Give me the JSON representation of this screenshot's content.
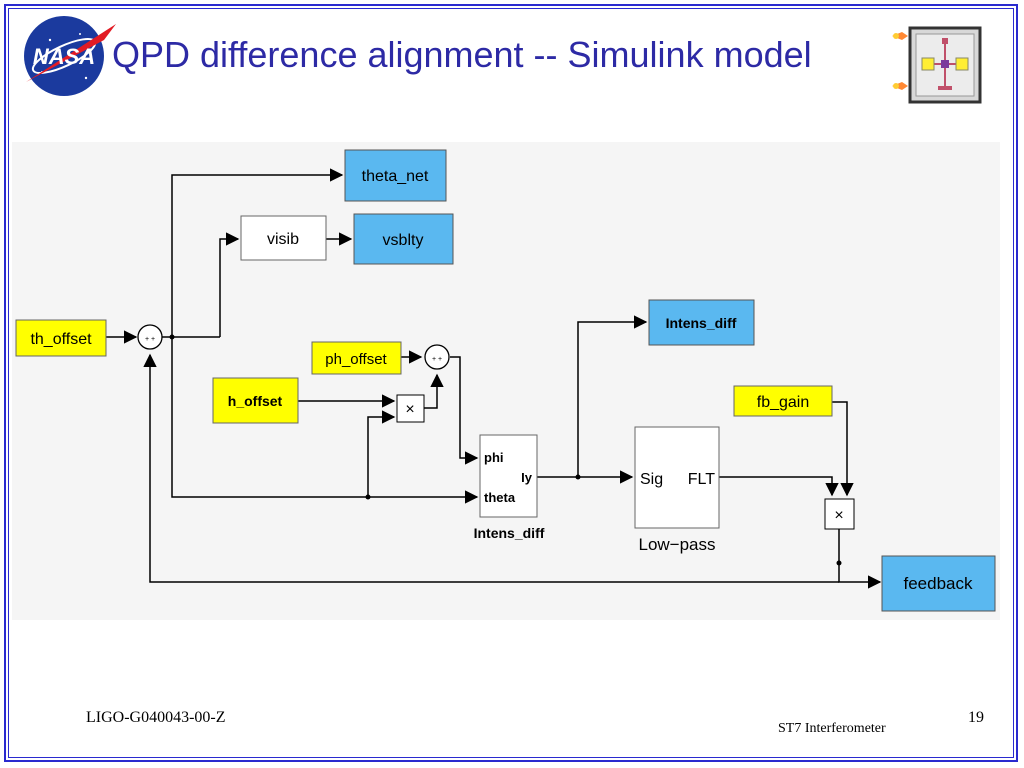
{
  "slide": {
    "title": "QPD difference alignment -- Simulink model",
    "footer_left": "LIGO-G040043-00-Z",
    "footer_center": "ST7  Interferometer",
    "page_number": "19"
  },
  "logo": {
    "text": "NASA"
  },
  "colors": {
    "border": "#2a2acf",
    "title": "#2d2aa5",
    "input_block": "#ffff00",
    "output_block": "#5ab8f0",
    "diagram_bg": "#f5f5f5"
  },
  "diagram": {
    "inputs": {
      "th_offset": "th_offset",
      "ph_offset": "ph_offset",
      "h_offset": "h_offset",
      "fb_gain": "fb_gain"
    },
    "outputs": {
      "theta_net": "theta_net",
      "vsblty": "vsblty",
      "intens_diff_out": "Intens_diff",
      "feedback": "feedback"
    },
    "blocks": {
      "visib": "visib",
      "intens_port_phi": "phi",
      "intens_port_theta": "theta",
      "intens_port_iy": "Iy",
      "intens_label": "Intens_diff",
      "lowpass_port_sig": "Sig",
      "lowpass_port_flt": "FLT",
      "lowpass_label": "Low−pass",
      "sum_sign": "+ +",
      "product_symbol": "×"
    }
  }
}
